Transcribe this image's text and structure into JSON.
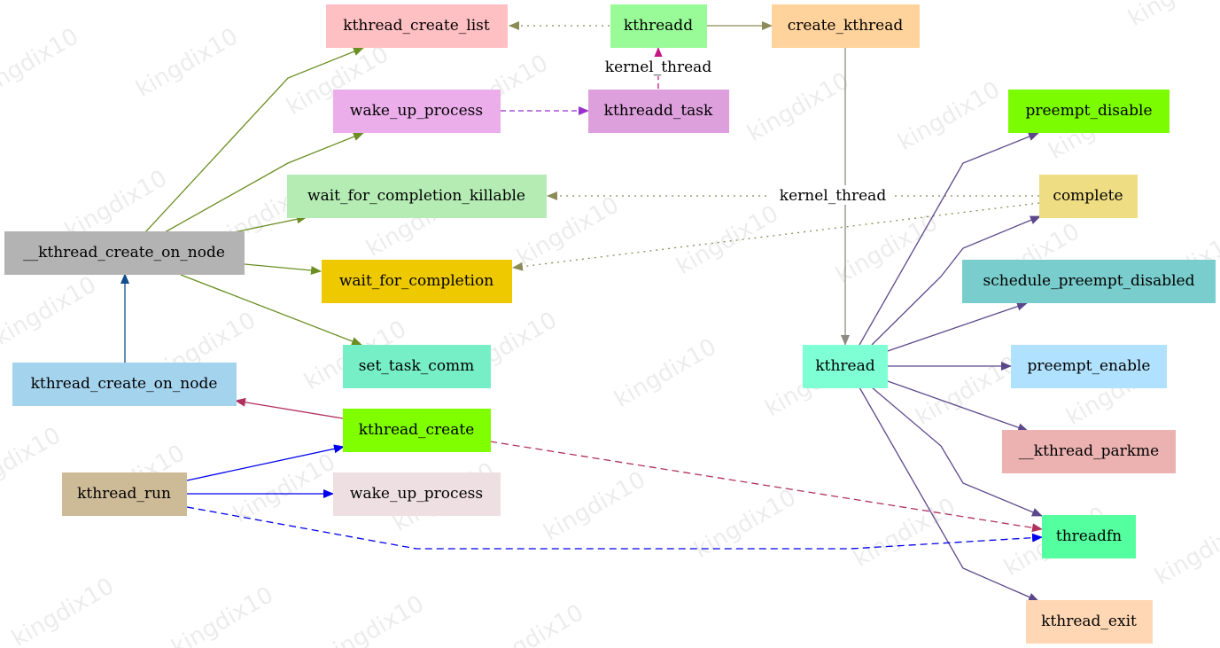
{
  "watermark": "kingdix10",
  "nodes": {
    "kthread_create_list": {
      "label": "kthread_create_list",
      "color": "#ffc0c4"
    },
    "kthreadd": {
      "label": "kthreadd",
      "color": "#98fb98"
    },
    "create_kthread": {
      "label": "create_kthread",
      "color": "#ffd39b"
    },
    "wake_up_process_top": {
      "label": "wake_up_process",
      "color": "#ecaeeb"
    },
    "kthreadd_task": {
      "label": "kthreadd_task",
      "color": "#dda0dd"
    },
    "preempt_disable": {
      "label": "preempt_disable",
      "color": "#7cfc00"
    },
    "complete": {
      "label": "complete",
      "color": "#eedd82"
    },
    "wait_for_completion_killable": {
      "label": "wait_for_completion_killable",
      "color": "#b4ecb4"
    },
    "kthread_create_on_node_inner": {
      "label": "__kthread_create_on_node",
      "color": "#b3b3b3"
    },
    "wait_for_completion": {
      "label": "wait_for_completion",
      "color": "#eec900"
    },
    "schedule_preempt_disabled": {
      "label": "schedule_preempt_disabled",
      "color": "#79cdcd"
    },
    "set_task_comm": {
      "label": "set_task_comm",
      "color": "#76eec6"
    },
    "kthread": {
      "label": "kthread",
      "color": "#7fffd4"
    },
    "preempt_enable": {
      "label": "preempt_enable",
      "color": "#b0e2ff"
    },
    "kthread_create_on_node": {
      "label": "kthread_create_on_node",
      "color": "#a4d3ee"
    },
    "kthread_create": {
      "label": "kthread_create",
      "color": "#7fff00"
    },
    "kthread_parkme": {
      "label": "__kthread_parkme",
      "color": "#ecb2b2"
    },
    "kthread_run": {
      "label": "kthread_run",
      "color": "#cdba96"
    },
    "wake_up_process_bottom": {
      "label": "wake_up_process",
      "color": "#eedfe3"
    },
    "threadfn": {
      "label": "threadfn",
      "color": "#54ff9f"
    },
    "kthread_exit": {
      "label": "kthread_exit",
      "color": "#ffd7b4"
    }
  },
  "edge_labels": {
    "kthreadd_task_to_kthreadd": "kernel_thread",
    "complete_to_wait_killable": "kernel_thread"
  },
  "edge_colors": {
    "olive": "#6b8e23",
    "gray_olive": "#8b8b57",
    "purple": "#9932cc",
    "magenta": "#c71585",
    "gray": "#8b8b83",
    "slate": "#5d478b",
    "steel": "#104e8b",
    "maroon": "#b03060",
    "blue": "#0000ee"
  }
}
